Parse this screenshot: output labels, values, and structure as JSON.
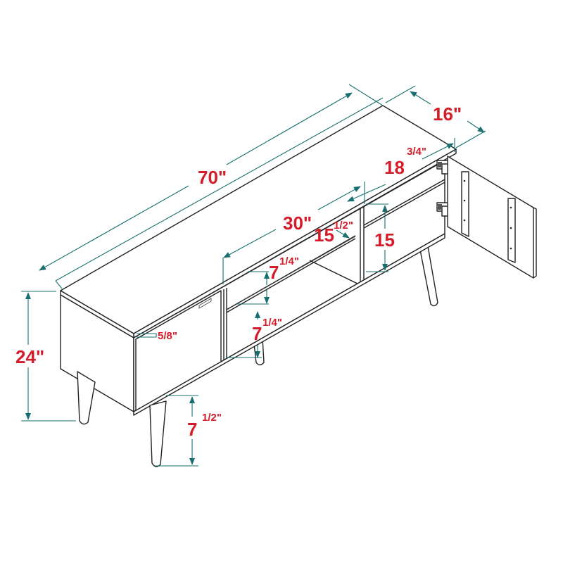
{
  "diagram": {
    "subject": "TV stand with open cabinet door",
    "line_color": "#222222",
    "dimension_line_color": "#17706f",
    "label_color": "#d41c2a",
    "dimensions": {
      "overall_width": {
        "main": "70\"",
        "sup": ""
      },
      "depth": {
        "main": "16\"",
        "sup": ""
      },
      "cabinet_width": {
        "main": "18",
        "sup": "3/4\""
      },
      "shelf_width": {
        "main": "30\"",
        "sup": ""
      },
      "shelf_depth": {
        "main": "15",
        "sup": "1/2\""
      },
      "cabinet_height": {
        "main": "15",
        "sup": ""
      },
      "upper_opening": {
        "main": "7",
        "sup": "1/4\""
      },
      "lower_opening": {
        "main": "7",
        "sup": "1/4\""
      },
      "top_thickness": {
        "main": "5/8\"",
        "sup": ""
      },
      "overall_height": {
        "main": "24\"",
        "sup": ""
      },
      "leg_height": {
        "main": "7",
        "sup": "1/2\""
      }
    }
  }
}
